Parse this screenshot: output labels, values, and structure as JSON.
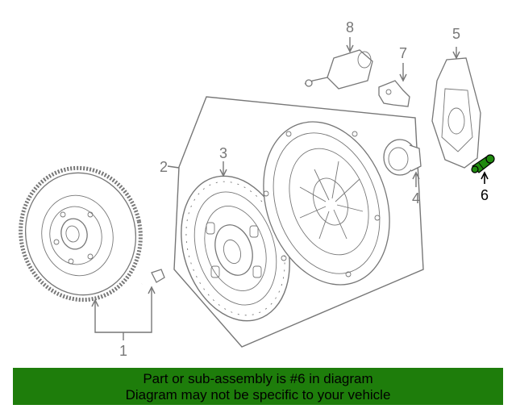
{
  "callouts": {
    "c1": "1",
    "c2": "2",
    "c3": "3",
    "c4": "4",
    "c5": "5",
    "c6": "6",
    "c7": "7",
    "c8": "8"
  },
  "highlight": {
    "part": "6",
    "color": "#1f8a0e"
  },
  "banner": {
    "color": "#1e7d0b",
    "line1": "Part or sub-assembly is #6 in diagram",
    "line2": "Diagram may not be specific to your vehicle"
  },
  "icons": {
    "flywheel": "flywheel-icon",
    "bolt": "flywheel-bolt-icon",
    "clutch_disc": "clutch-disc-icon",
    "pressure_plate": "pressure-plate-icon",
    "release_bearing": "release-bearing-icon",
    "release_fork": "release-fork-icon",
    "pivot_stud": "pivot-stud-icon",
    "clip": "retaining-clip-icon",
    "cylinder": "slave-cylinder-icon"
  }
}
